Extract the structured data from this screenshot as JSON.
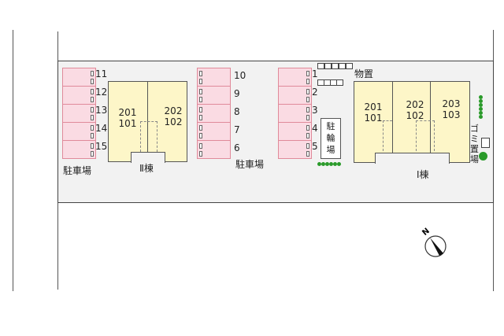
{
  "parking_left": {
    "numbers": [
      "11",
      "12",
      "13",
      "14",
      "15"
    ],
    "label": "駐車場"
  },
  "parking_middle": {
    "numbers": [
      "10",
      "9",
      "8",
      "7",
      "6"
    ],
    "label": "駐車場"
  },
  "parking_right": {
    "numbers": [
      "1",
      "2",
      "3",
      "4",
      "5"
    ]
  },
  "building_2": {
    "label": "Ⅱ棟",
    "units": [
      {
        "top": "201",
        "bottom": "101"
      },
      {
        "top": "202",
        "bottom": "102"
      }
    ]
  },
  "building_1": {
    "label": "Ⅰ棟",
    "units": [
      {
        "top": "201",
        "bottom": "101"
      },
      {
        "top": "202",
        "bottom": "102"
      },
      {
        "top": "203",
        "bottom": "103"
      }
    ]
  },
  "storage": {
    "label": "物置"
  },
  "bicycle_parking": {
    "label": "駐\n輪\n場"
  },
  "garbage": {
    "label": "ゴミ置場"
  },
  "compass": {
    "label": "N"
  },
  "colors": {
    "parking": "#fadbe3",
    "building": "#fdf6c8",
    "tree": "#2a9a2a"
  }
}
